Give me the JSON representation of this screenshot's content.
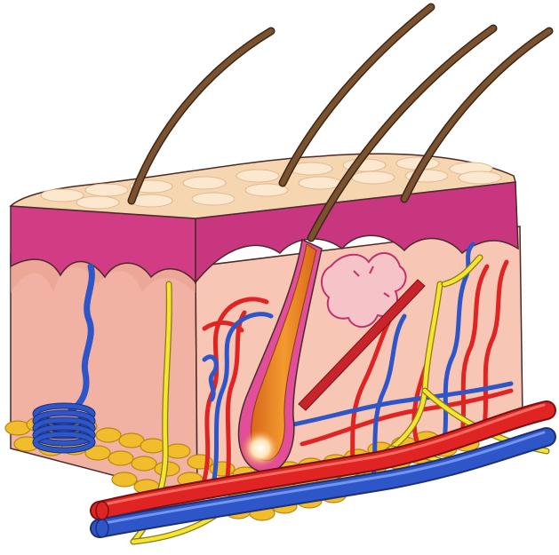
{
  "figure": {
    "kind": "skin cross-section illustration",
    "labels": []
  },
  "structures": {
    "hair_shafts": 4,
    "hair_follicles": 1,
    "sweat_glands": 2,
    "vessel_types": [
      "artery",
      "vein",
      "nerve"
    ]
  },
  "colors": {
    "background": "#ffffff",
    "skin_surface": "#f6d6b0",
    "surface_cell": "#fbe8cf",
    "epidermis": "#d23c84",
    "epidermis_dark": "#a8235f",
    "dermis": "#f2b2a3",
    "dermis_side": "#f7c6b5",
    "fat": "#f2bd2c",
    "fat_dark": "#b9860f",
    "artery": "#e02424",
    "vein": "#2f56c8",
    "nerve": "#f5e533",
    "hair": "#7a5230",
    "follicle": "#f0821e",
    "outline": "#4a2a2a"
  }
}
